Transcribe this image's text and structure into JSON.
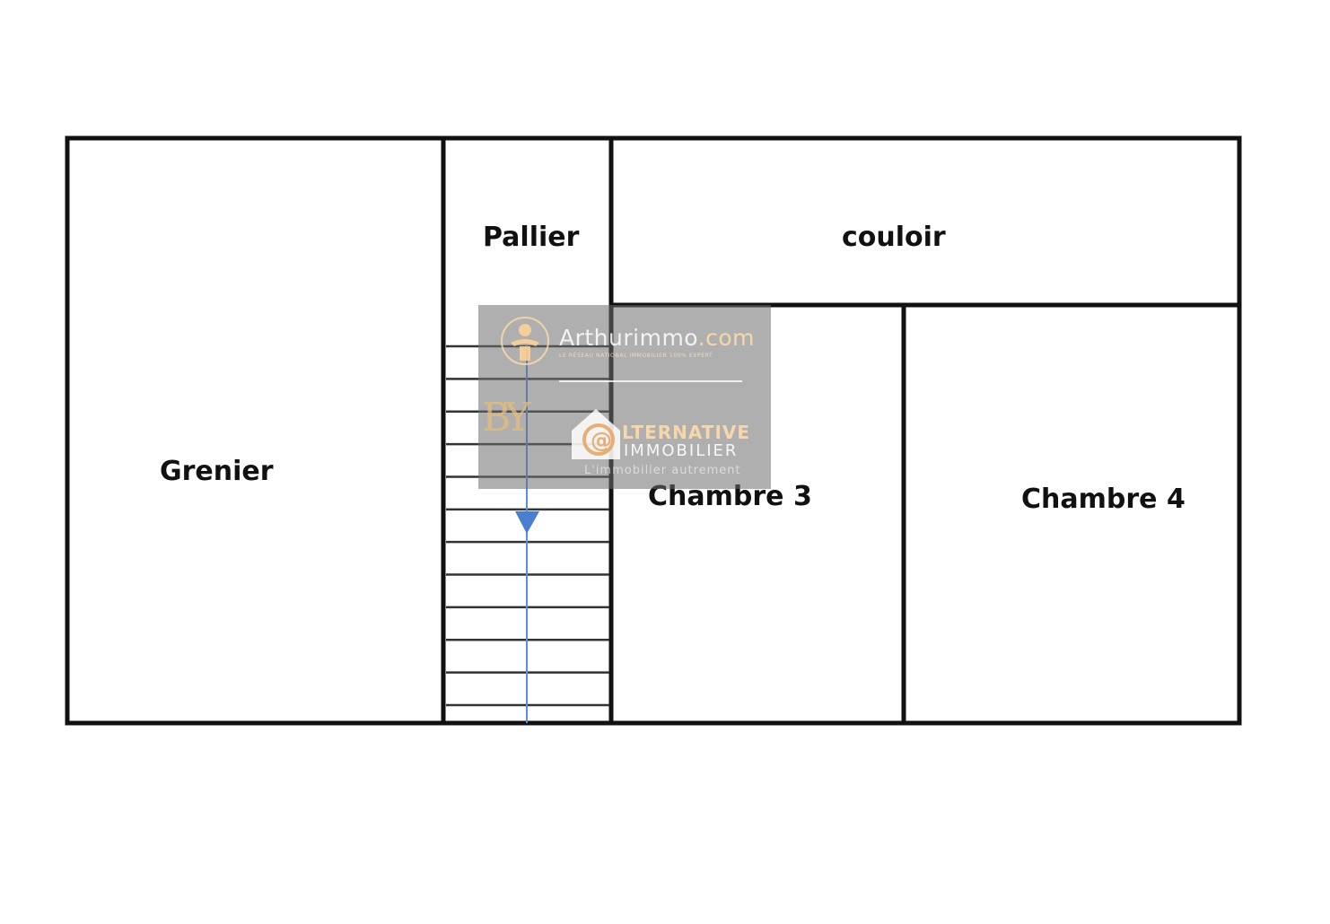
{
  "rooms": {
    "grenier": "Grenier",
    "pallier": "Pallier",
    "couloir": "couloir",
    "chambre3": "Chambre 3",
    "chambre4": "Chambre 4"
  },
  "staircase": {
    "step_count": 12,
    "direction": "down",
    "arrow_color": "#3a7bd5"
  },
  "watermark": {
    "brand_name": "Arthurimmo",
    "brand_domain": ".com",
    "tagline": "LE RÉSEAU NATIONAL IMMOBILIER 100% EXPERT",
    "by_logo": "BY",
    "alternative": "LTERNATIVE",
    "immobilier": "IMMOBILIER",
    "slogan": "L'immobilier autrement"
  },
  "colors": {
    "wall": "#111111",
    "background": "#ffffff"
  }
}
